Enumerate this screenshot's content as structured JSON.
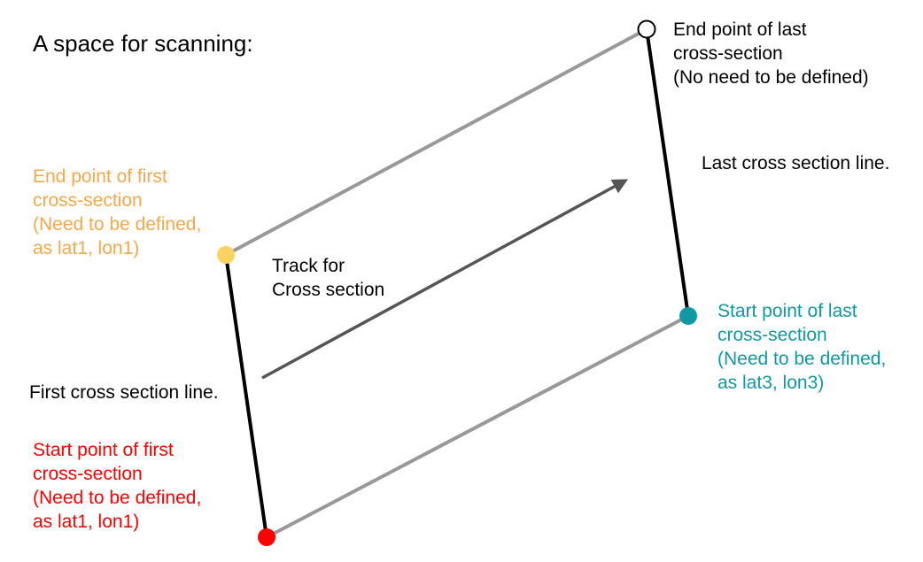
{
  "title": "A space for scanning:",
  "colors": {
    "side_edge": "#999999",
    "cross_section_line": "#000000",
    "track_arrow": "#555555",
    "start_first": "#ff0000",
    "end_first": "#f9d262",
    "start_last": "#0f99a5",
    "end_last": "#ffffff",
    "text_black": "#000000",
    "text_orange": "#f6a84d",
    "text_red": "#ff0000",
    "text_teal": "#0f99a5"
  },
  "labels": {
    "end_last": [
      "End point of last",
      "cross-section",
      "(No need to be defined)"
    ],
    "last_line": "Last cross section line.",
    "end_first": [
      "End point of first",
      "cross-section",
      "(Need to be defined,",
      "as lat1, lon1)"
    ],
    "track": [
      "Track for",
      "Cross section"
    ],
    "start_last": [
      "Start point of last",
      "cross-section",
      "(Need to be defined,",
      "as lat3, lon3)"
    ],
    "first_line": "First cross section line.",
    "start_first": [
      "Start point of first",
      "cross-section",
      "(Need to be defined,",
      "as lat1, lon1)"
    ]
  }
}
